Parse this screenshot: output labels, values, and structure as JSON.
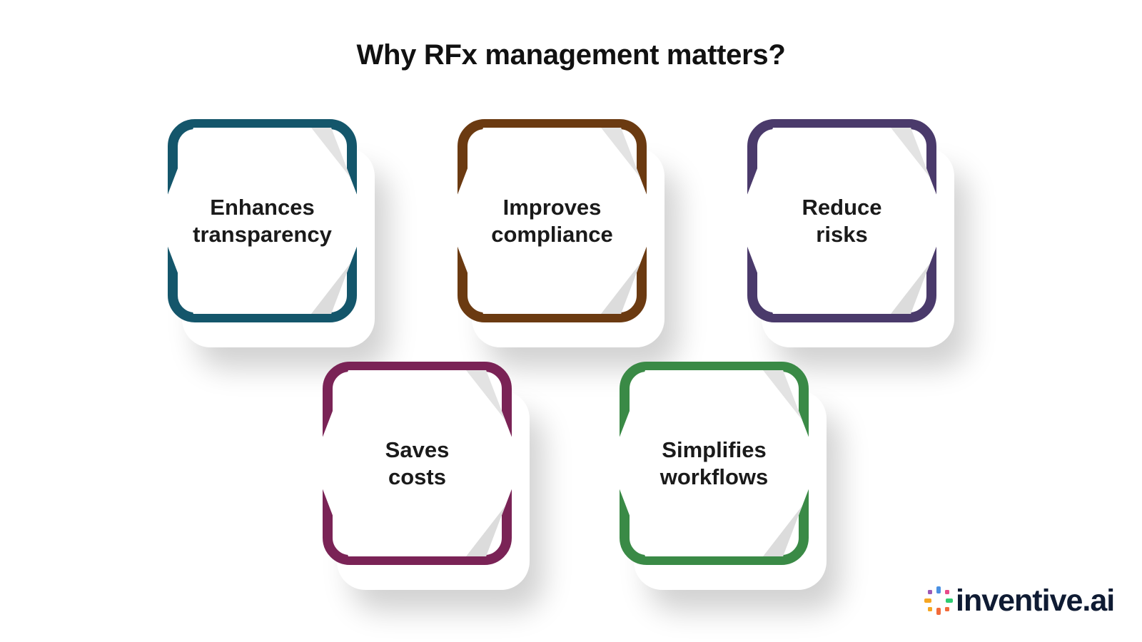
{
  "title": "Why RFx management matters?",
  "items": [
    {
      "label": "Enhances\ntransparency",
      "color": "#14566b"
    },
    {
      "label": "Improves\ncompliance",
      "color": "#6b3a11"
    },
    {
      "label": "Reduce\nrisks",
      "color": "#4a3a6b"
    },
    {
      "label": "Saves\ncosts",
      "color": "#7a2356"
    },
    {
      "label": "Simplifies\nworkflows",
      "color": "#3a8a46"
    }
  ],
  "logo": {
    "icon": "inventive-logo-icon",
    "text": "inventive.ai",
    "colors": [
      "#f26b3a",
      "#f5a623",
      "#4a90e2",
      "#9b59b6",
      "#2ecc71"
    ]
  }
}
